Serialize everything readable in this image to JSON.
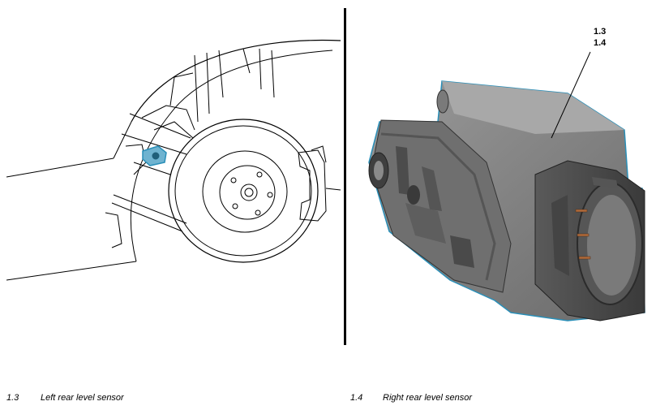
{
  "figure": {
    "callouts": [
      "1.3",
      "1.4"
    ],
    "captions": [
      {
        "number": "1.3",
        "text": "Left rear level sensor"
      },
      {
        "number": "1.4",
        "text": "Right rear level sensor"
      }
    ],
    "colors": {
      "line": "#000000",
      "highlight": "#2a8fb8",
      "render_body": "#7d7d7d",
      "render_dark": "#4a4a4a"
    }
  }
}
